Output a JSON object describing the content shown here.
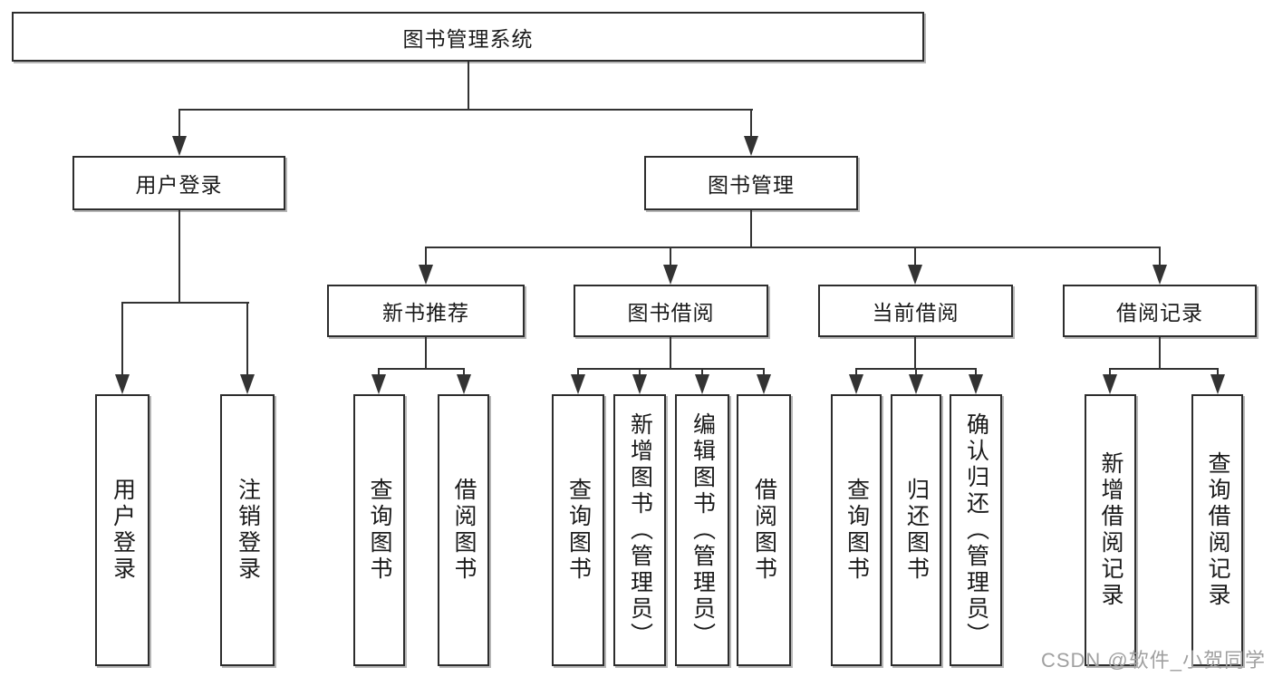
{
  "diagram_title": "图书管理系统",
  "tree": {
    "root": "图书管理系统",
    "user_login": {
      "label": "用户登录",
      "children": [
        "用户登录",
        "注销登录"
      ]
    },
    "book_mgmt": {
      "label": "图书管理",
      "sections": [
        {
          "label": "新书推荐",
          "children": [
            "查询图书",
            "借阅图书"
          ]
        },
        {
          "label": "图书借阅",
          "children": [
            "查询图书",
            "新增图书（管理员）",
            "编辑图书（管理员）",
            "借阅图书"
          ]
        },
        {
          "label": "当前借阅",
          "children": [
            "查询图书",
            "归还图书",
            "确认归还（管理员）"
          ]
        },
        {
          "label": "借阅记录",
          "children": [
            "新增借阅记录",
            "查询借阅记录"
          ]
        }
      ]
    }
  },
  "watermark": {
    "text": "CSDN @软件_小贺同学"
  },
  "colors": {
    "background": "#ffffff",
    "line": "#333333",
    "box_border": "#2d2d2d",
    "text": "#1a1a1a",
    "watermark": "#a0a0a0"
  }
}
